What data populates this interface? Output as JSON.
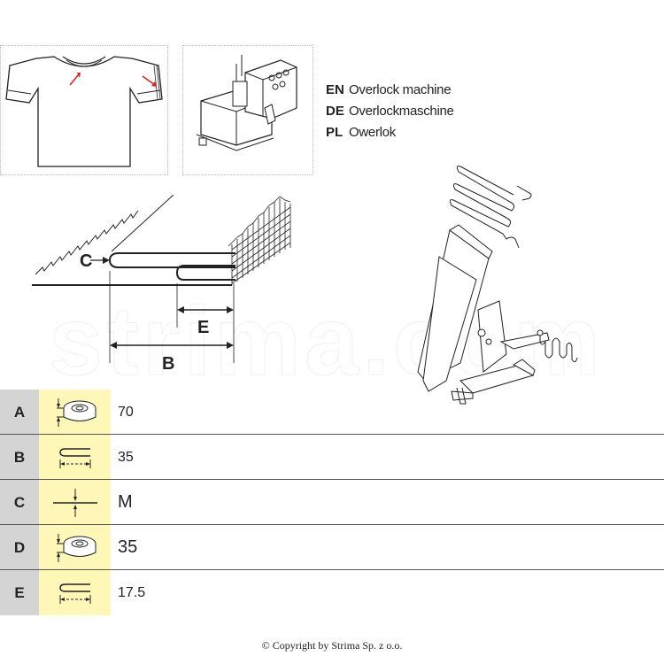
{
  "languages": [
    {
      "code": "EN",
      "name": "Overlock machine"
    },
    {
      "code": "DE",
      "name": "Overlockmaschine"
    },
    {
      "code": "PL",
      "name": "Owerlok"
    }
  ],
  "diagram": {
    "label_c": "C",
    "label_e": "E",
    "label_b": "B"
  },
  "watermark": "strima.com",
  "specs": [
    {
      "key": "A",
      "icon": "tape-roll-width-icon",
      "value": "70"
    },
    {
      "key": "B",
      "icon": "fold-width-icon",
      "value": "35"
    },
    {
      "key": "C",
      "icon": "material-thickness-icon",
      "value": "M"
    },
    {
      "key": "D",
      "icon": "tape-roll-width-icon",
      "value": "35"
    },
    {
      "key": "E",
      "icon": "fold-width-icon",
      "value": "17.5"
    }
  ],
  "copyright": "© Copyright by Strima Sp. z o.o."
}
